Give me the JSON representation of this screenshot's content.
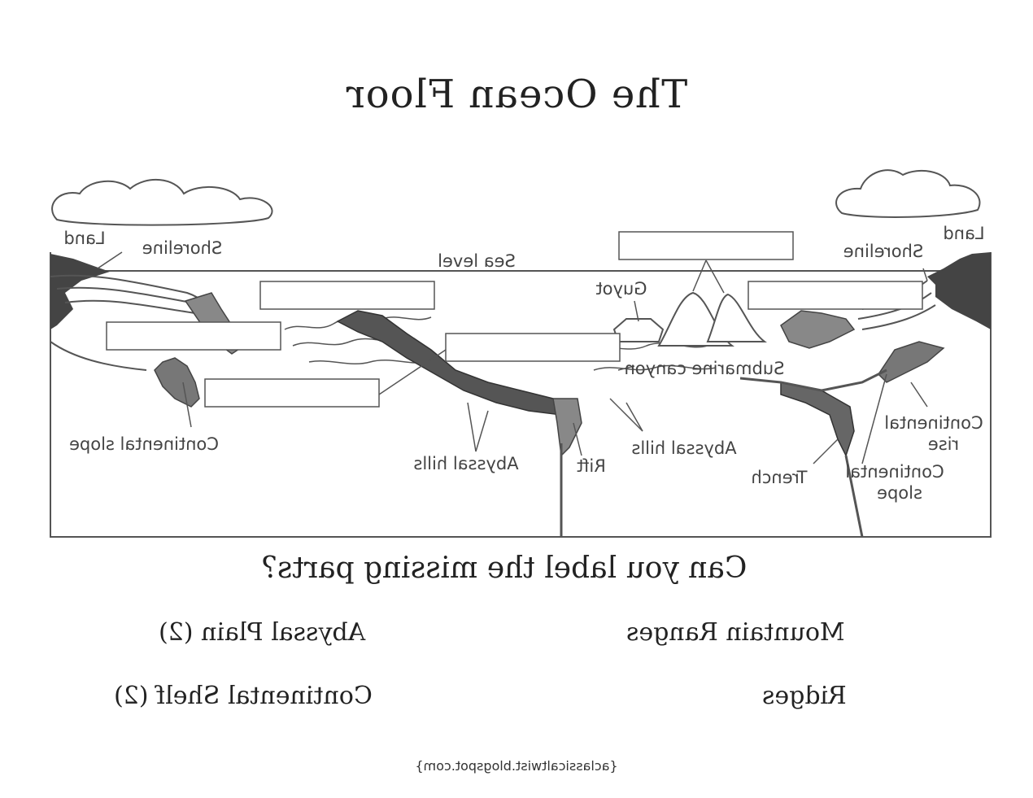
{
  "title": "The Ocean Floor",
  "question": "Can you label the missing parts?",
  "word_bank": {
    "abyssal_plain": "Abyssal Plain (2)",
    "mountain_ranges": "Mountain Ranges",
    "continental_shelf": "Continental Shelf (2)",
    "ridges": "Ridges"
  },
  "labels": {
    "land_left": "Land",
    "shoreline_left": "Shoreline",
    "sea_level": "Sea level",
    "guyot": "Guyot",
    "land_right": "Land",
    "shoreline_right": "Shoreline",
    "submarine_canyon": "Submarine canyon",
    "continental_rise_1": "Continental",
    "continental_rise_2": "rise",
    "continental_slope_left": "Continental slope",
    "abyssal_hills_left": "Abyssal hills",
    "rift": "Rift",
    "abyssal_hills_right": "Abyssal hills",
    "trench": "Trench",
    "continental_slope_right_1": "Continental",
    "continental_slope_right_2": "slope"
  },
  "footer": "{aclassicaltwist.blogspot.com}"
}
